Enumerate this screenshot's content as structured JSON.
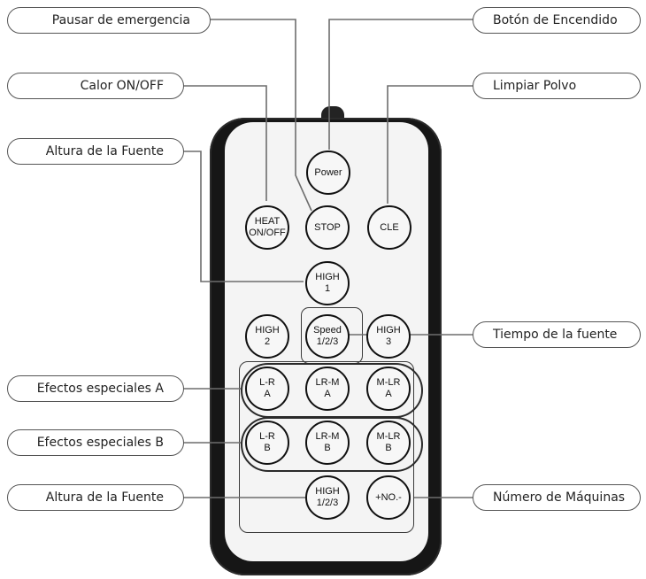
{
  "buttons": {
    "power": "Power",
    "heat": "HEAT\nON/OFF",
    "stop": "STOP",
    "cle": "CLE",
    "high1": "HIGH\n1",
    "high2": "HIGH\n2",
    "speed": "Speed\n1/2/3",
    "high3": "HIGH\n3",
    "lr_a": "L-R\nA",
    "lrm_a": "LR-M\nA",
    "mlr_a": "M-LR\nA",
    "lr_b": "L-R\nB",
    "lrm_b": "LR-M\nB",
    "mlr_b": "M-LR\nB",
    "high123": "HIGH\n1/2/3",
    "number": "+NO.-"
  },
  "callouts": {
    "pause": "Pausar de emergencia",
    "power_on": "Botón de Encendido",
    "heat": "Calor ON/OFF",
    "clean": "Limpiar Polvo",
    "height_top": "Altura de la Fuente",
    "fountain_time": "Tiempo de la fuente",
    "effects_a": "Efectos especiales A",
    "effects_b": "Efectos especiales B",
    "height_bottom": "Altura de la Fuente",
    "machines": "Número de Máquinas"
  }
}
